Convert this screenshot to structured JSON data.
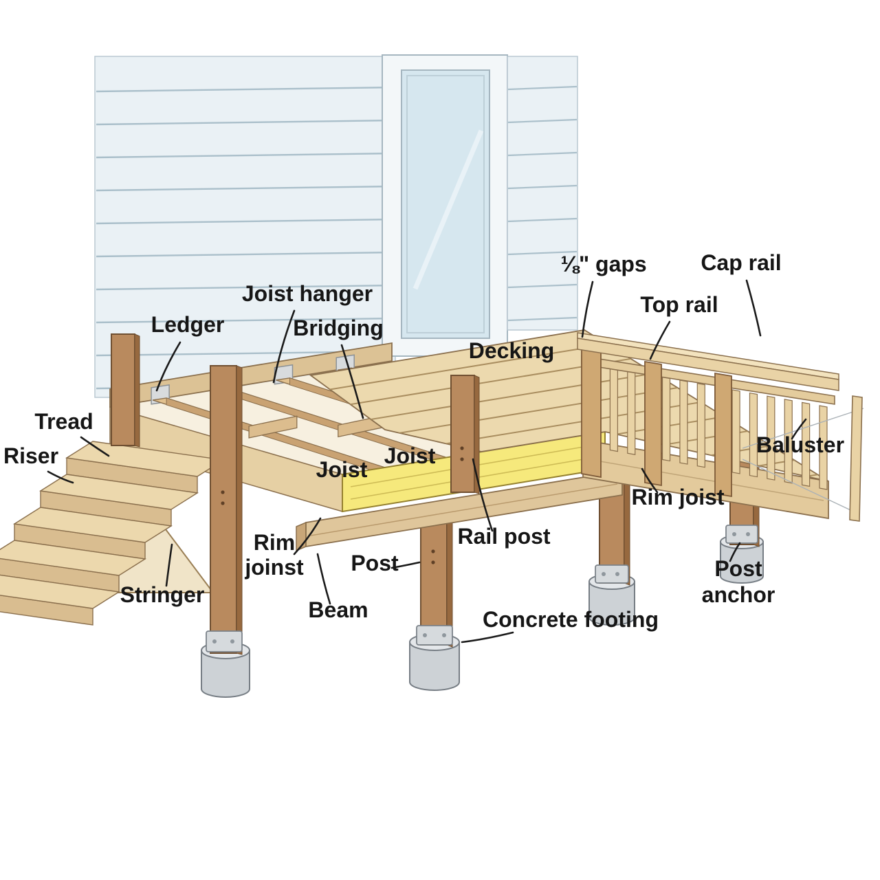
{
  "diagram": {
    "labels": {
      "tread": "Tread",
      "riser": "Riser",
      "stringer": "Stringer",
      "ledger": "Ledger",
      "joist_hanger": "Joist hanger",
      "bridging": "Bridging",
      "decking": "Decking",
      "gaps": "⅛\" gaps",
      "cap_rail": "Cap rail",
      "top_rail": "Top rail",
      "baluster": "Baluster",
      "rim_joist": "Rim joist",
      "rail_post": "Rail post",
      "joist_a": "Joist",
      "joist_b": "Joist",
      "rim_left_line1": "Rim",
      "rim_left_line2": "joinst",
      "post": "Post",
      "beam": "Beam",
      "concrete_footing": "Concrete footing",
      "post_anchor_line1": "Post",
      "post_anchor_line2": "anchor"
    },
    "colors": {
      "wood_light": "#ecd9ae",
      "wood_mid": "#e2c18e",
      "wood_post": "#b98a5e",
      "rim_highlight": "#f6e97c",
      "siding": "#eaf1f5",
      "glass": "#d6e7ef",
      "footing": "#cdd2d6",
      "label_text": "#161616"
    }
  }
}
